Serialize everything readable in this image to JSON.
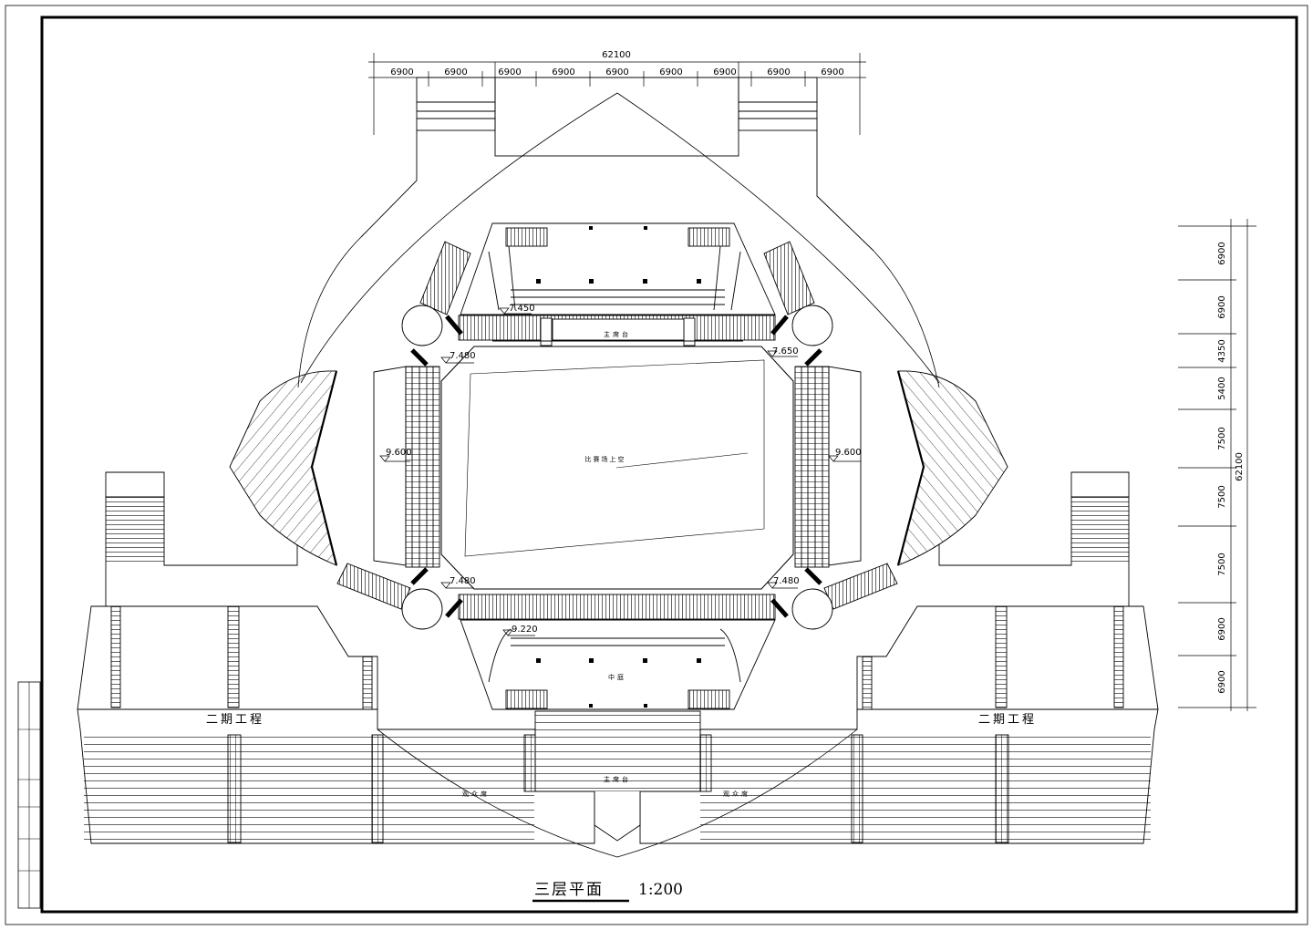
{
  "plan": {
    "title": "三层平面",
    "scale": "1:200",
    "overall_dimension": "62100",
    "top_spans": [
      "6900",
      "6900",
      "6900",
      "6900",
      "6900",
      "6900",
      "6900",
      "6900",
      "6900"
    ],
    "right_spans": [
      "6900",
      "6900",
      "4350",
      "5400",
      "7500",
      "7500",
      "7500",
      "6900",
      "6900"
    ],
    "right_total": "62100",
    "elevations": {
      "top_left": "7.450",
      "mid_left_top": "7.480",
      "mid_right_top": "7.650",
      "left_stand": "9.600",
      "right_stand": "9.600",
      "bottom_left": "7.480",
      "bottom_right": "7.480",
      "bottom_center": "9.220"
    },
    "labels": {
      "field_void": "比赛场上空",
      "north_rostrum": "主席台",
      "south_center": "中庭",
      "south_rostrum": "主席台",
      "phase_two_left": "二期工程",
      "phase_two_right": "二期工程",
      "stand_left": "观众席",
      "stand_right": "观众席"
    }
  }
}
